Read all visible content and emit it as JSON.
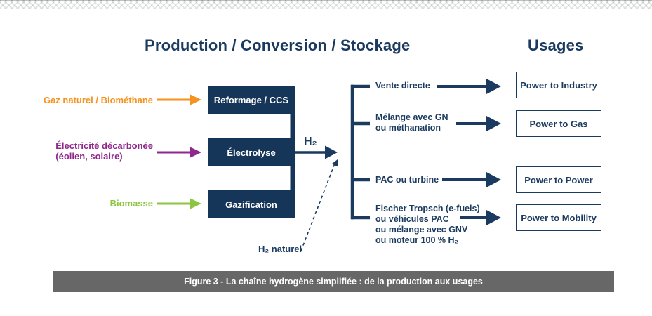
{
  "header": {
    "production_title": "Production / Conversion / Stockage",
    "usages_title": "Usages"
  },
  "inputs": [
    {
      "lines": [
        "Gaz naturel / Biométhane"
      ],
      "color": "#f6921e"
    },
    {
      "lines": [
        "Électricité décarbonée",
        "(éolien, solaire)"
      ],
      "color": "#8f278c"
    },
    {
      "lines": [
        "Biomasse"
      ],
      "color": "#8cc540"
    }
  ],
  "production_boxes": [
    {
      "label": "Reformage / CCS"
    },
    {
      "label": "Électrolyse"
    },
    {
      "label": "Gazification"
    }
  ],
  "h2": {
    "carrier_label": "H₂",
    "natural_label": "H₂ naturel"
  },
  "pathways": [
    {
      "lines": [
        "Vente directe"
      ],
      "usage": "Power to Industry"
    },
    {
      "lines": [
        "Mélange avec GN",
        "ou méthanation"
      ],
      "usage": "Power to Gas"
    },
    {
      "lines": [
        "PAC ou turbine"
      ],
      "usage": "Power to Power"
    },
    {
      "lines": [
        "Fischer Tropsch (e-fuels)",
        "ou véhicules PAC",
        "ou mélange avec GNV",
        "ou moteur 100 % H₂"
      ],
      "usage": "Power to Mobility"
    }
  ],
  "caption": "Figure 3 - La chaîne hydrogène simplifiée : de la production aux usages",
  "colors": {
    "navy": "#1b3a5f",
    "box_navy": "#163659",
    "orange": "#f6921e",
    "purple": "#8f278c",
    "green": "#8cc540",
    "caption_gray": "#666766",
    "white": "#ffffff"
  }
}
